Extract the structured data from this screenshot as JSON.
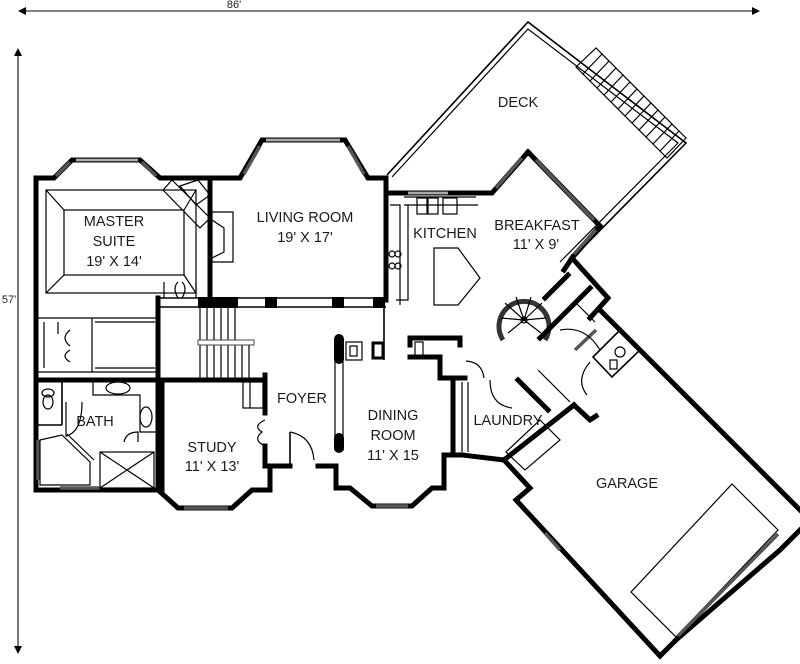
{
  "plan": {
    "overall_width": "86'",
    "overall_depth": "57'",
    "colors": {
      "wall": "#000000",
      "background": "#ffffff",
      "dimension_line": "#555555",
      "window": "#555555"
    },
    "rooms": [
      {
        "id": "deck",
        "name": "DECK",
        "size": ""
      },
      {
        "id": "master-suite",
        "name": "MASTER",
        "name2": "SUITE",
        "size": "19' X 14'"
      },
      {
        "id": "living-room",
        "name": "LIVING ROOM",
        "size": "19' X 17'"
      },
      {
        "id": "kitchen",
        "name": "KITCHEN",
        "size": ""
      },
      {
        "id": "breakfast",
        "name": "BREAKFAST",
        "size": "11' X  9'"
      },
      {
        "id": "bath",
        "name": "BATH",
        "size": ""
      },
      {
        "id": "foyer",
        "name": "FOYER",
        "size": ""
      },
      {
        "id": "study",
        "name": "STUDY",
        "size": "11' X 13'"
      },
      {
        "id": "dining-room",
        "name": "DINING",
        "name2": "ROOM",
        "size": "11' X 15"
      },
      {
        "id": "laundry",
        "name": "LAUNDRY",
        "size": ""
      },
      {
        "id": "garage",
        "name": "GARAGE",
        "size": ""
      }
    ]
  }
}
